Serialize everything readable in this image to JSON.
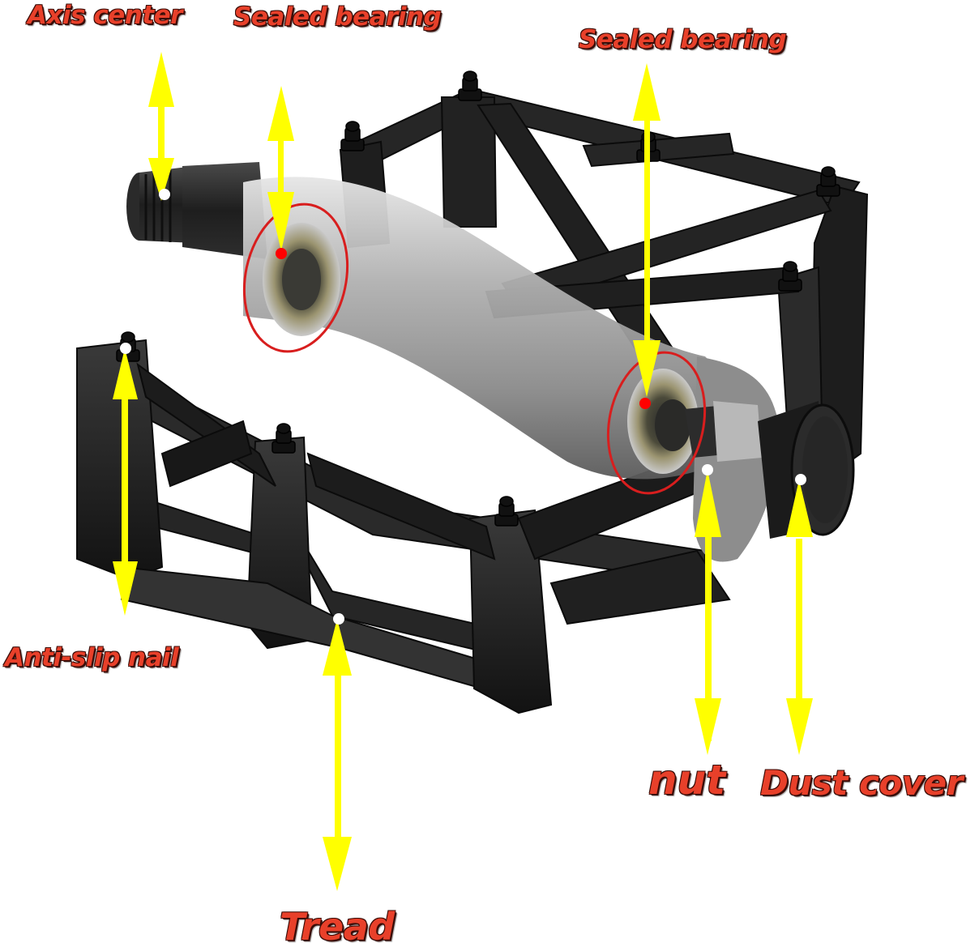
{
  "diagram": {
    "subject": "Bicycle pedal",
    "labels": {
      "axis_center": "Axis center",
      "sealed_bearing_left": "Sealed bearing",
      "sealed_bearing_right": "Sealed bearing",
      "anti_slip_nail": "Anti-slip nail",
      "nut": "nut",
      "dust_cover": "Dust cover",
      "tread": "Tread"
    },
    "colors": {
      "label_text": "#e8402a",
      "label_outline": "#3a0d08",
      "arrow": "#ffff00",
      "highlight_circle": "#d81e1e",
      "marker_dot_red": "#ff0000",
      "marker_dot_white": "#ffffff",
      "pedal_body": "#1c1c1c",
      "spindle": "#9a9a9a"
    }
  }
}
